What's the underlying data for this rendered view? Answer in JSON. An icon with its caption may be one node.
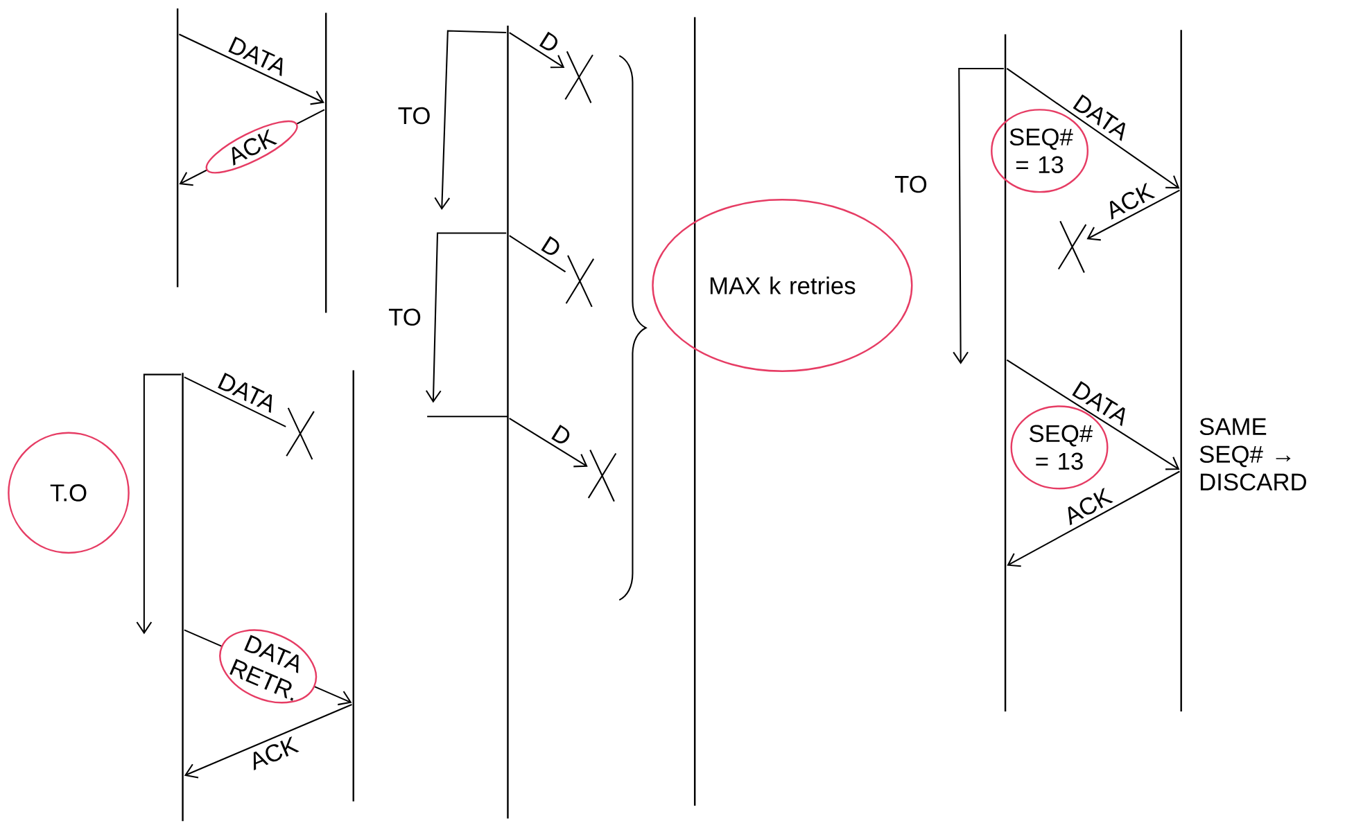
{
  "diagram": {
    "nodes": [
      {
        "text": [],
        "shape": "line"
      },
      {
        "text": [],
        "shape": "line"
      },
      {
        "text": [],
        "shape": "line"
      },
      {
        "text": [],
        "shape": "line"
      },
      {
        "text": [
          "T.O"
        ]
      },
      {
        "text": [],
        "shape": "line"
      },
      {
        "text": [],
        "shape": "line"
      },
      {
        "text": [
          "MAX k retries"
        ]
      },
      {
        "text": [],
        "shape": "line"
      },
      {
        "text": [],
        "shape": "line"
      },
      {
        "text": [
          "SEQ# = 13"
        ]
      },
      {
        "text": [
          "SEQ# = 13"
        ]
      },
      {
        "text": [],
        "shape": "cross"
      },
      {
        "text": [],
        "shape": "cross"
      },
      {
        "text": [],
        "shape": "cross"
      },
      {
        "text": [],
        "shape": "cross"
      },
      {
        "text": [],
        "shape": "cross"
      }
    ],
    "edges": [
      {
        "from": 0,
        "to": 1,
        "arrow": "to",
        "label": "DATA"
      },
      {
        "from": 1,
        "to": 0,
        "arrow": "to",
        "label": "ACK"
      },
      {
        "from": 2,
        "to": 12,
        "arrow": "none",
        "label": "DATA"
      },
      {
        "from": 2,
        "to": null,
        "arrow": "to"
      },
      {
        "from": 2,
        "to": 3,
        "arrow": "to",
        "label": "DATA RETR."
      },
      {
        "from": 3,
        "to": 2,
        "arrow": "to",
        "label": "ACK"
      },
      {
        "from": 5,
        "to": 13,
        "arrow": "to",
        "label": "D"
      },
      {
        "from": 5,
        "to": null,
        "arrow": "to",
        "label": "TO"
      },
      {
        "from": 5,
        "to": 14,
        "arrow": "none",
        "label": "D"
      },
      {
        "from": 5,
        "to": null,
        "arrow": "to",
        "label": "TO"
      },
      {
        "from": 5,
        "to": 15,
        "arrow": "to",
        "label": "D"
      },
      {
        "from": 8,
        "to": 9,
        "arrow": "to",
        "label": "DATA"
      },
      {
        "from": 8,
        "to": null,
        "arrow": "to",
        "label": "TO"
      },
      {
        "from": 9,
        "to": 16,
        "arrow": "to",
        "label": "ACK"
      },
      {
        "from": 8,
        "to": 9,
        "arrow": "to",
        "label": "DATA"
      },
      {
        "from": 9,
        "to": 8,
        "arrow": "to",
        "label": "ACK"
      }
    ],
    "labels": [
      "SAME SEQ# → DISCARD"
    ]
  }
}
